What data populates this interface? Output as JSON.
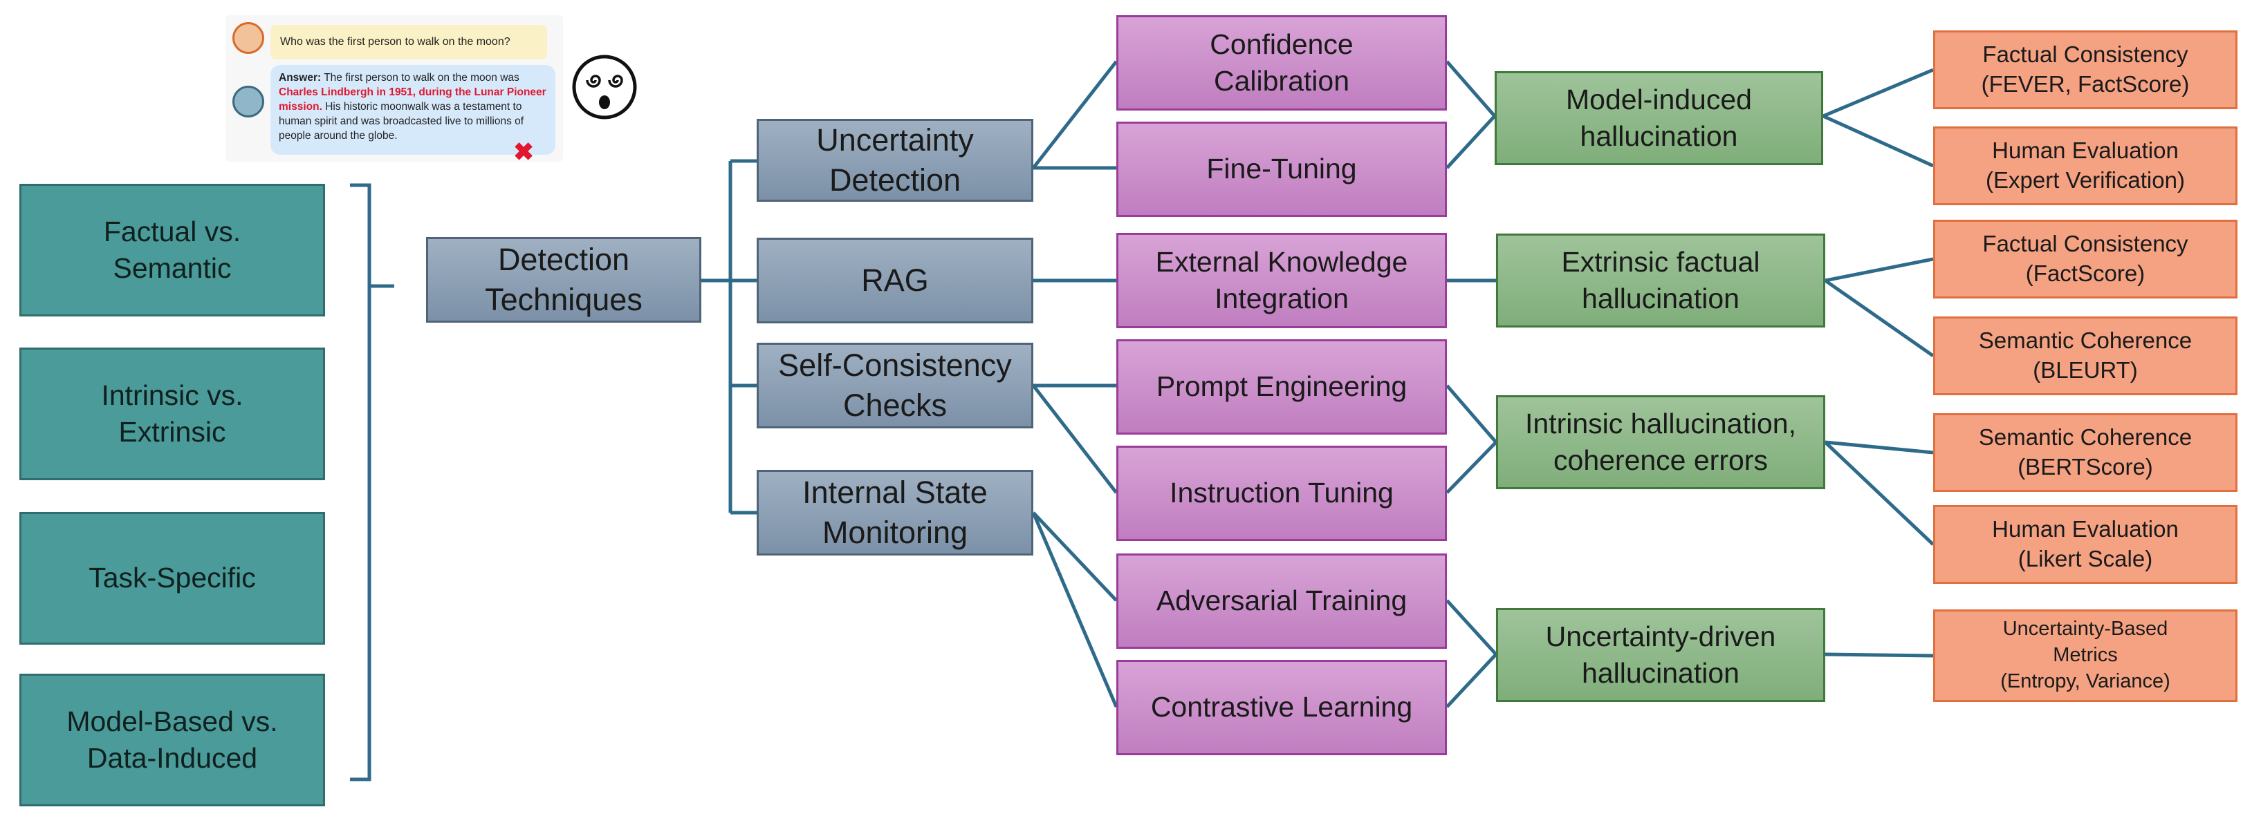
{
  "example": {
    "question": "Who was the first person to walk on the moon?",
    "answer_label": "Answer:",
    "answer_part1": "The first person to walk on the moon was ",
    "answer_wrong": "Charles Lindbergh in 1951, during the Lunar Pioneer mission.",
    "answer_part2": " His historic moonwalk was a testament to human spirit and was broadcasted live to millions of people around the globe.",
    "wrong_mark": "✖"
  },
  "categories": [
    "Factual vs.\nSemantic",
    "Intrinsic vs.\nExtrinsic",
    "Task-Specific",
    "Model-Based vs.\nData-Induced"
  ],
  "root": "Detection\nTechniques",
  "techniques": [
    "Uncertainty\nDetection",
    "RAG",
    "Self-Consistency\nChecks",
    "Internal State\nMonitoring"
  ],
  "methods": [
    "Confidence\nCalibration",
    "Fine-Tuning",
    "External Knowledge\nIntegration",
    "Prompt Engineering",
    "Instruction Tuning",
    "Adversarial Training",
    "Contrastive Learning"
  ],
  "hallucination_types": [
    "Model-induced\nhallucination",
    "Extrinsic factual\nhallucination",
    "Intrinsic hallucination,\ncoherence errors",
    "Uncertainty-driven\nhallucination"
  ],
  "metrics": [
    "Factual Consistency\n(FEVER, FactScore)",
    "Human Evaluation\n(Expert Verification)",
    "Factual Consistency\n(FactScore)",
    "Semantic Coherence\n(BLEURT)",
    "Semantic Coherence\n(BERTScore)",
    "Human Evaluation\n(Likert Scale)",
    "Uncertainty-Based\nMetrics\n(Entropy, Variance)"
  ],
  "colors": {
    "connector": "#2e6a8a",
    "teal": "#4a9b99",
    "blue": "#8ea1b6",
    "pink": "#cc90cb",
    "green": "#8fb98a",
    "orange": "#f5a283"
  }
}
